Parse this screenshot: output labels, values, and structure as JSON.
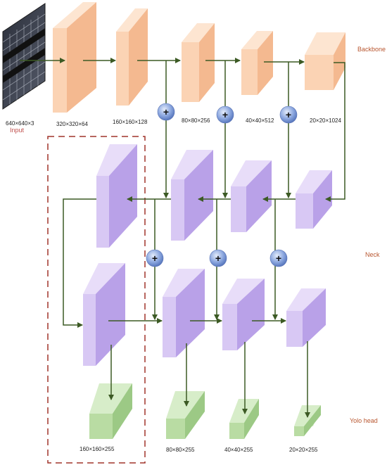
{
  "input": {
    "dims": "640×640×3",
    "label": "Input"
  },
  "backbone": {
    "label": "Backbone",
    "dims": [
      "320×320×64",
      "160×160×128",
      "80×80×256",
      "40×40×512",
      "20×20×1024"
    ]
  },
  "neck": {
    "label": "Neck"
  },
  "head": {
    "label": "Yolo head",
    "dims": [
      "160×160×255",
      "80×80×255",
      "40×40×255",
      "20×20×255"
    ]
  },
  "plus_symbol": "+",
  "colors": {
    "backbone_front": "#fbd3b4",
    "backbone_side": "#f4b990",
    "backbone_top": "#fde5d1",
    "neck_front": "#d8c8f4",
    "neck_side": "#b9a1e8",
    "neck_top": "#e8ddf9",
    "head_front": "#b9dca3",
    "head_side": "#9cc985",
    "head_top": "#d7edc9",
    "arrow": "#3c5a24",
    "dashed_box": "#a0342a",
    "section_label": "#b8562f",
    "input_label": "#c0504d",
    "dim_text": "#222222"
  }
}
